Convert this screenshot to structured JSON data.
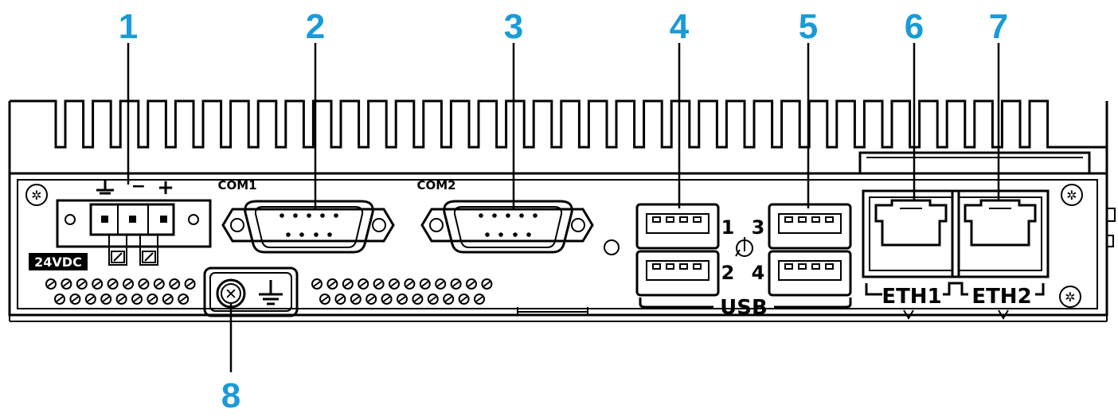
{
  "callouts": [
    {
      "number": "1",
      "part": "24 Vdc power terminal"
    },
    {
      "number": "2",
      "part": "COM1 serial port"
    },
    {
      "number": "3",
      "part": "COM2 serial port"
    },
    {
      "number": "4",
      "part": "USB ports 1 and 2"
    },
    {
      "number": "5",
      "part": "USB ports 3 and 4"
    },
    {
      "number": "6",
      "part": "ETH1 Ethernet port"
    },
    {
      "number": "7",
      "part": "ETH2 Ethernet port"
    },
    {
      "number": "8",
      "part": "Functional ground screw"
    }
  ],
  "device_labels": {
    "power": "24VDC",
    "com1": "COM1",
    "com2": "COM2",
    "usb": "USB",
    "usb_port_numbers": [
      "1",
      "2",
      "3",
      "4"
    ],
    "eth1": "ETH1",
    "eth2": "ETH2",
    "terminal_minus": "−",
    "terminal_plus": "+"
  },
  "colors": {
    "callout": "#1a9bd7",
    "line": "#000000",
    "background": "#ffffff"
  }
}
